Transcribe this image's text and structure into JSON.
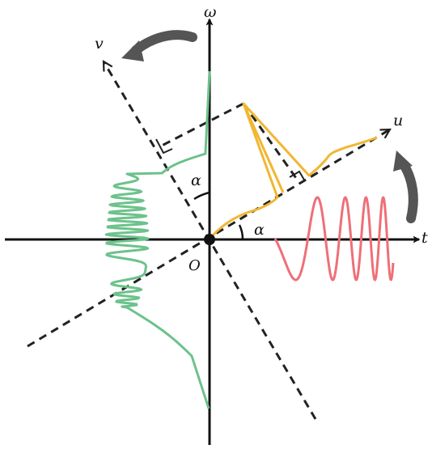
{
  "labels": {
    "omega": "ω",
    "t": "t",
    "u": "u",
    "v": "v",
    "origin": "O",
    "alpha_upper": "α",
    "alpha_lower": "α"
  },
  "colors": {
    "axis": "#111111",
    "dashed_axes": "#222222",
    "time_signal": "#ef6f78",
    "frequency_spectrum": "#6cc28b",
    "projection_curve": "#f2b631",
    "rotation_arrow": "#555555"
  },
  "icons": {
    "rotation_top": "curved-arrow-left-icon",
    "rotation_right": "curved-arrow-up-icon"
  }
}
